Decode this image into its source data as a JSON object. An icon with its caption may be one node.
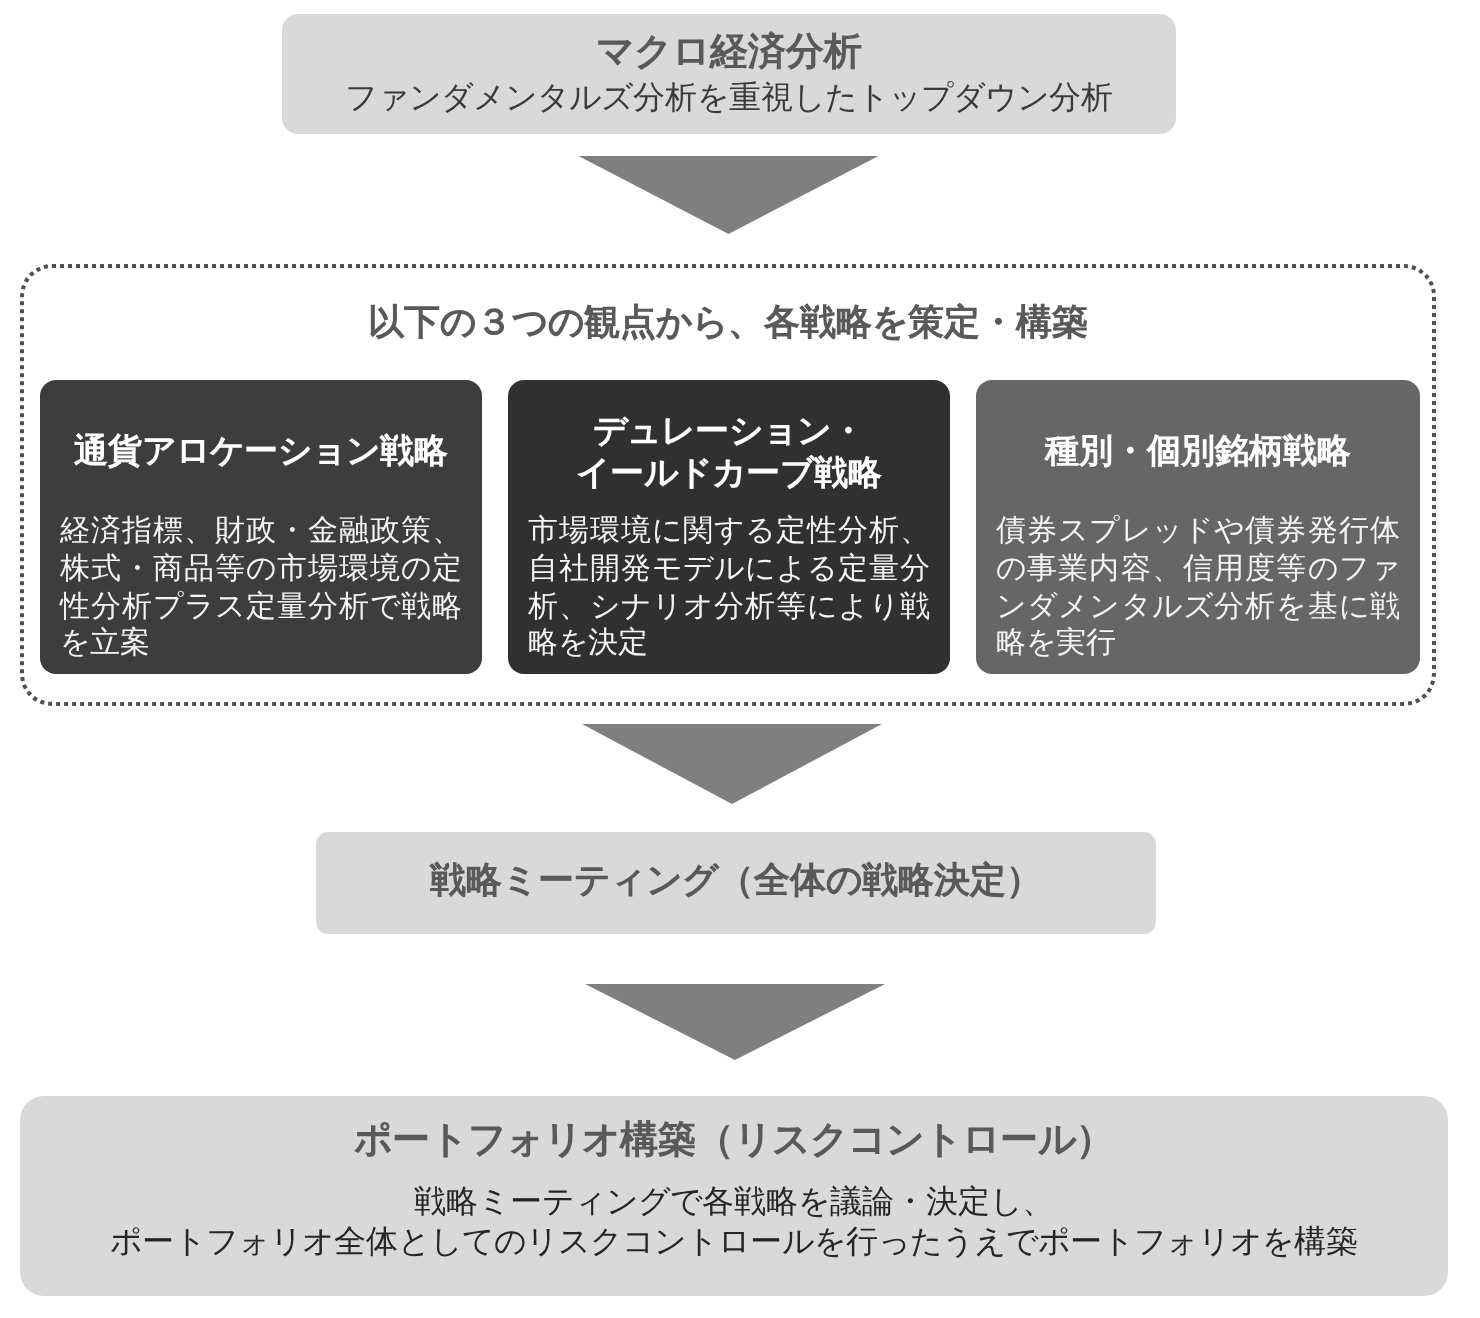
{
  "diagram": {
    "nodes": [
      {
        "text": [
          "マクロ経済分析",
          "ファンダメンタルズ分析を重視したトップダウン分析"
        ]
      },
      {
        "text": [
          "以下の３つの観点から、各戦略を策定・構築"
        ]
      },
      {
        "text": [
          "通貨アロケーション戦略",
          "経済指標、財政・金融政策、株式・商品等の市場環境の定性分析プラス定量分析で戦略を立案"
        ],
        "in": 1
      },
      {
        "text": [
          "デュレーション・イールドカーブ戦略",
          "市場環境に関する定性分析、自社開発モデルによる定量分析、シナリオ分析等により戦略を決定"
        ],
        "in": 1
      },
      {
        "text": [
          "種別・個別銘柄戦略",
          "債券スプレッドや債券発行体の事業内容、信用度等のファンダメンタルズ分析を基に戦略を実行"
        ],
        "in": 1
      },
      {
        "text": [
          "戦略ミーティング（全体の戦略決定）"
        ]
      },
      {
        "text": [
          "ポートフォリオ構築（リスクコントロール）",
          "戦略ミーティングで各戦略を議論・決定し、ポートフォリオ全体としてのリスクコントロールを行ったうえでポートフォリオを構築"
        ]
      }
    ],
    "edges": [
      {
        "from": 0,
        "to": 1,
        "arrow": "to"
      },
      {
        "from": 1,
        "to": 5,
        "arrow": "to"
      },
      {
        "from": 5,
        "to": 6,
        "arrow": "to"
      }
    ]
  }
}
